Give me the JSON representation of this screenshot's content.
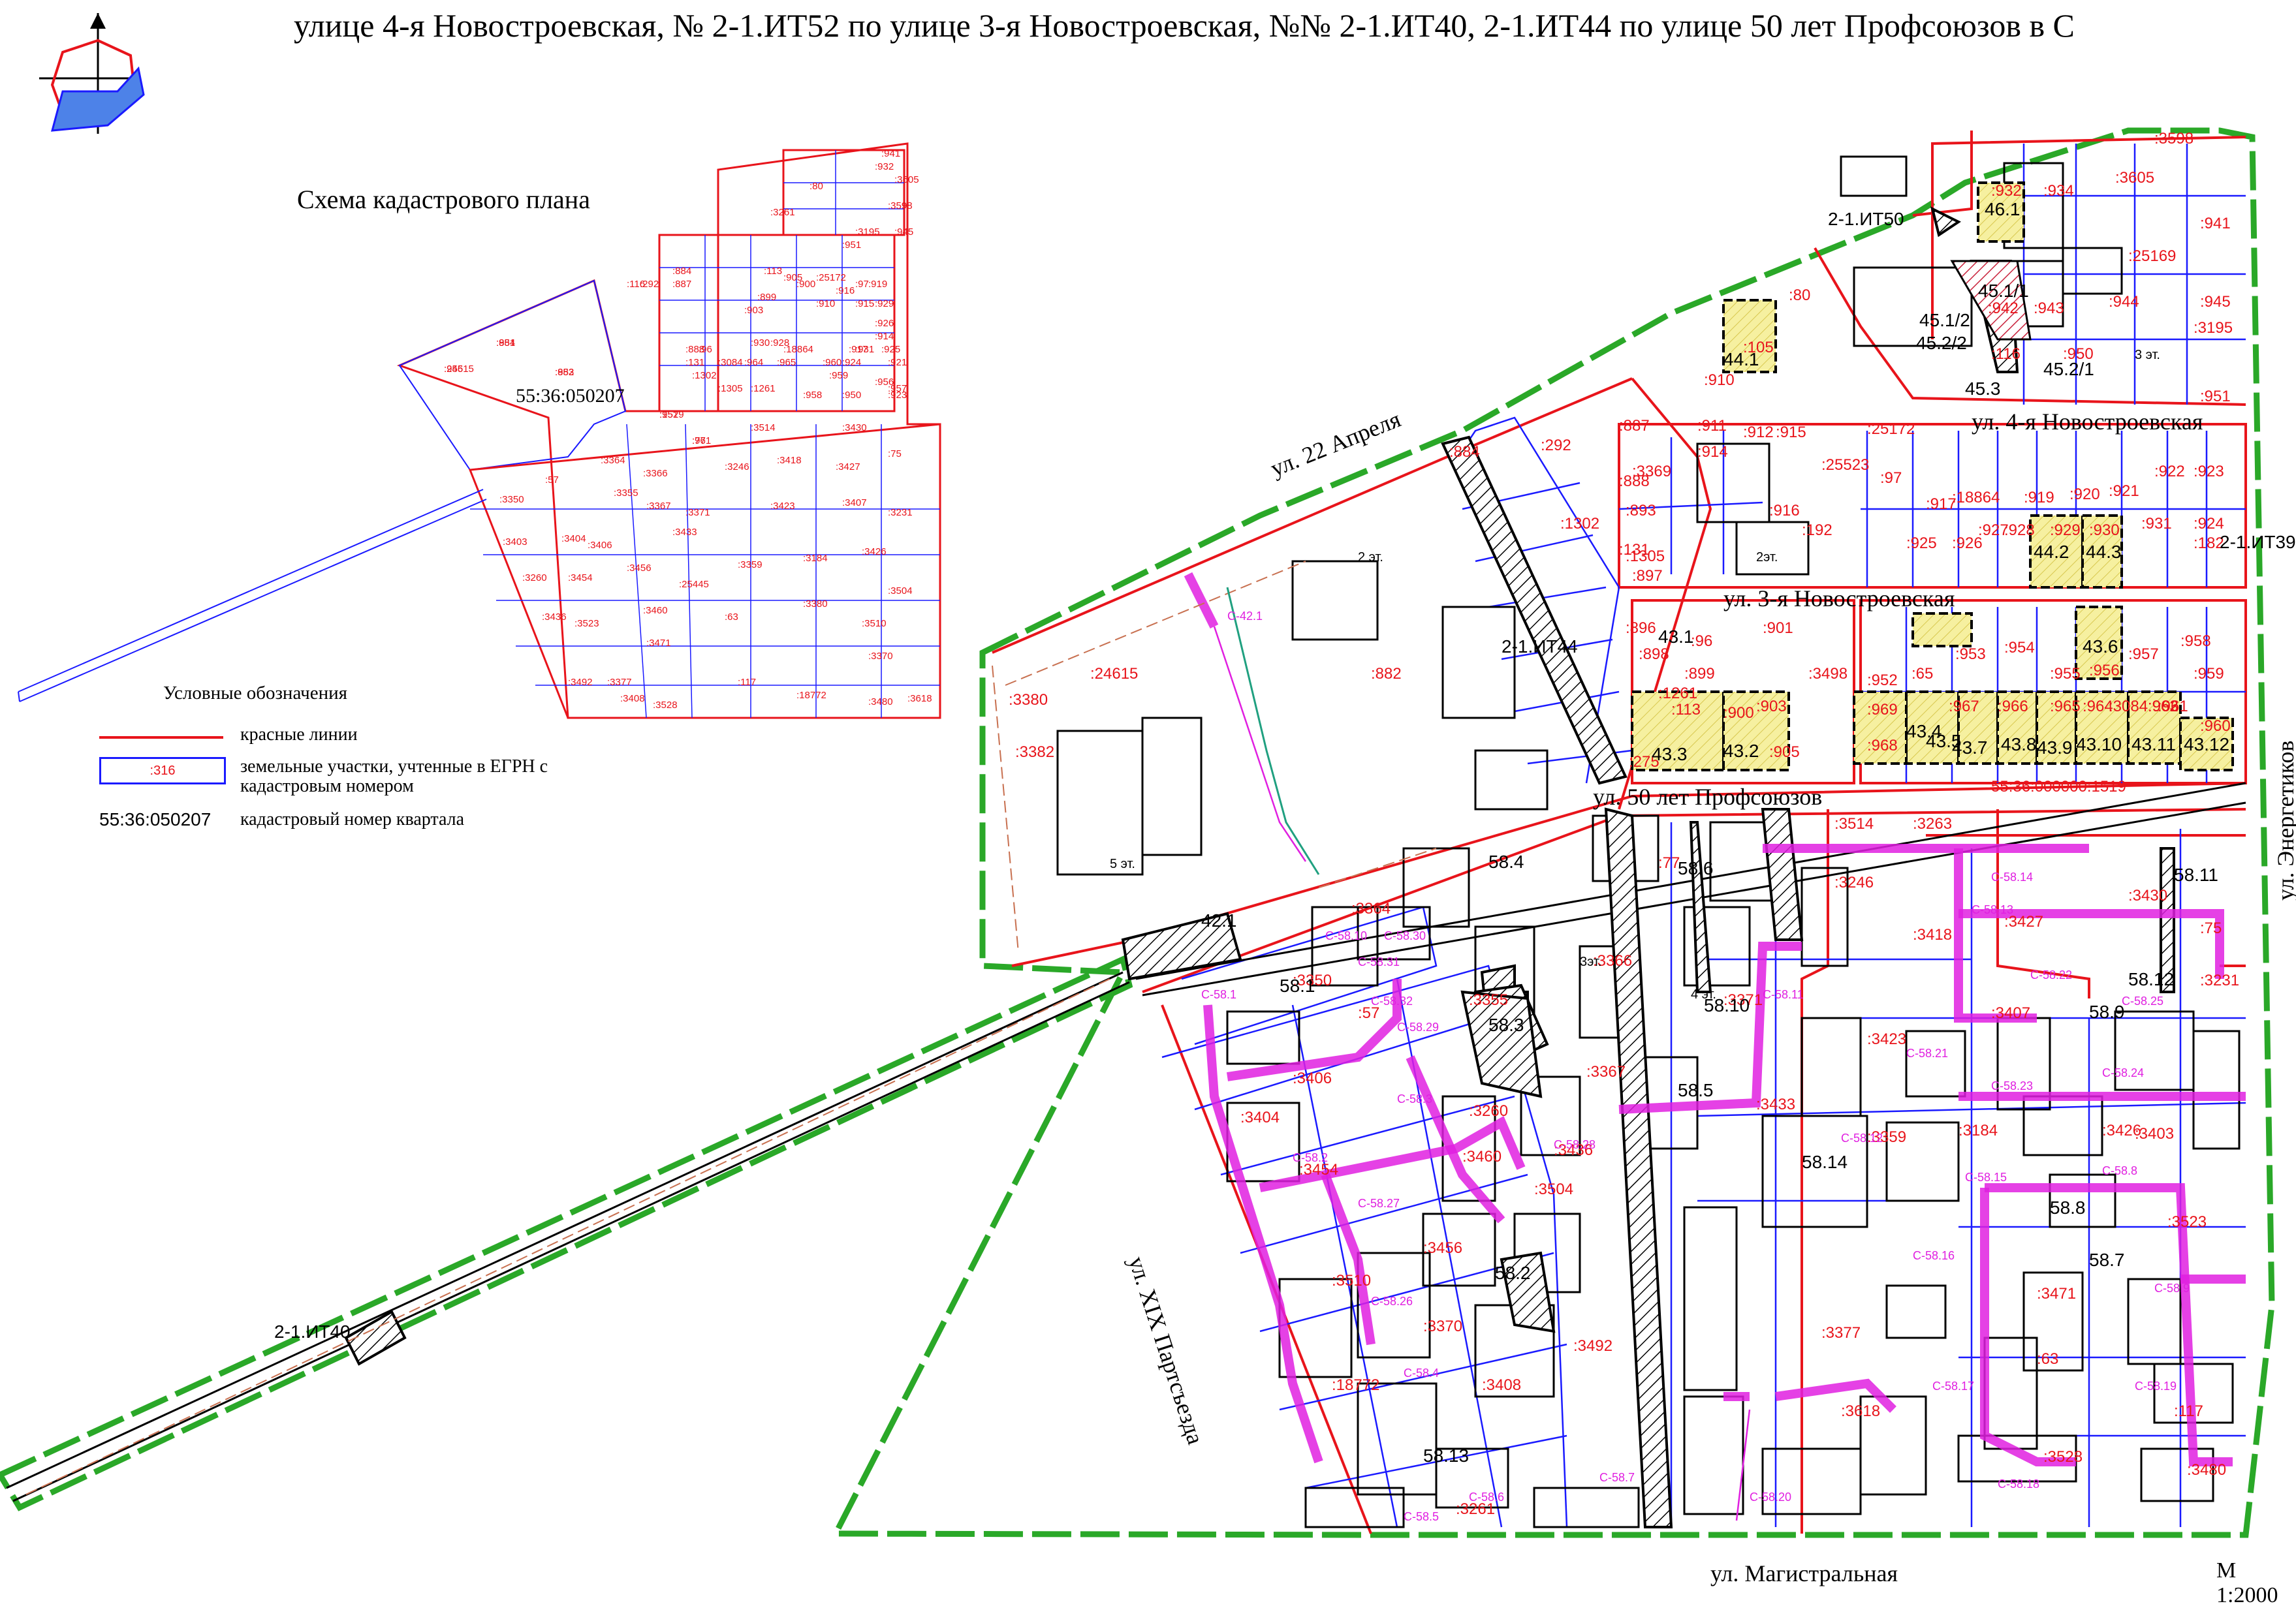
{
  "header": {
    "title": "улице 4-я Новостроевская, № 2-1.ИТ52 по улице 3-я Новостроевская, №№ 2-1.ИТ40, 2-1.ИТ44 по улице 50 лет Профсоюзов в С"
  },
  "inset": {
    "title": "Схема кадастрового плана",
    "quarter_number": "55:36:050207",
    "parcels": [
      ":24615",
      ":881",
      ":882",
      ":1519",
      ":77",
      ":3514",
      ":3430",
      ":75",
      ":3246",
      ":3418",
      ":3427",
      ":3364",
      ":3366",
      ":3350",
      ":57",
      ":3355",
      ":3367",
      ":3371",
      ":3423",
      ":3407",
      ":3231",
      ":3403",
      ":3404",
      ":3406",
      ":3433",
      ":3359",
      ":3184",
      ":3426",
      ":3260",
      ":3454",
      ":3456",
      ":25445",
      ":3380",
      ":3504",
      ":3436",
      ":3523",
      ":3460",
      ":63",
      ":3510",
      ":3471",
      ":3370",
      ":3492",
      ":3377",
      ":117",
      ":18772",
      ":3408",
      ":3618",
      ":3528",
      ":3480",
      ":3261",
      ":80",
      ":932",
      ":3605",
      ":941",
      ":3598",
      ":945",
      ":3195",
      ":951",
      ":116",
      ":292",
      ":884",
      ":887",
      ":888",
      ":131",
      ":1302",
      ":1305",
      ":1261",
      ":113",
      ":900",
      ":905",
      ":25172",
      ":97",
      ":919",
      ":929",
      ":926",
      ":925",
      ":921",
      ":923",
      ":950",
      ":958",
      ":959",
      ":960",
      ":965",
      ":964",
      ":3084",
      ":96",
      ":899",
      ":903",
      ":910",
      ":916",
      ":915",
      ":914",
      ":917",
      ":18864",
      ":928",
      ":930",
      ":931",
      ":924",
      ":956",
      ":957",
      ":955",
      ":954",
      ":953",
      ":952",
      ":961"
    ]
  },
  "legend": {
    "title": "Условные обозначения",
    "red_lines": "красные линии",
    "parcels_label": "земельные участки, учтенные в ЕГРН с кадастровым номером",
    "parcels_sample": ":316",
    "quarter_sample": "55:36:050207",
    "quarter_label": "кадастровый номер квартала"
  },
  "streets": {
    "s1": "ул. 22 Апреля",
    "s2": "ул. 4-я Новостроевская",
    "s3": "ул. 3-я Новостроевская",
    "s4": "ул. 50 лет Профсоюзов",
    "s5": "ул. XIX Партсъезда",
    "s6": "ул. Магистральная",
    "s7": "ул. Энергетиков",
    "quarter_line": "55:36:000000:1519"
  },
  "scale": "М 1:2000",
  "colors": {
    "red_line": "#e8141b",
    "parcel": "#1a1aff",
    "green_boundary": "#2aa828",
    "utility": "#e020e0",
    "building": "#000000",
    "hatch_yellow": "#f6f0a0",
    "hatch_red": "#c8203a"
  },
  "main_parcels": [
    ":24615",
    ":882",
    ":3380",
    ":3382",
    ":884",
    ":292",
    ":887",
    ":888",
    ":3369",
    ":1302",
    ":893",
    ":131",
    ":1305",
    ":897",
    ":896",
    ":898",
    ":96",
    ":1261",
    ":899",
    ":113",
    ":900",
    ":275",
    ":903",
    ":905",
    ":3498",
    ":901",
    ":952",
    ":969",
    ":968",
    ":65",
    ":953",
    ":954",
    ":955",
    ":956",
    ":957",
    ":958",
    ":959",
    ":960",
    ":961",
    ":962",
    ":963",
    ":964",
    ":965",
    ":966",
    ":967",
    ":3084",
    ":910",
    ":911",
    ":912",
    ":915",
    ":914",
    ":916",
    ":192",
    ":25523",
    ":97",
    ":917",
    ":18864",
    ":919",
    ":920",
    ":921",
    ":922",
    ":923",
    ":924",
    ":925",
    ":926",
    ":927",
    ":928",
    ":929",
    ":930",
    ":931",
    ":182",
    ":105",
    ":80",
    ":25172",
    ":25169",
    ":932",
    ":934",
    ":3605",
    ":3598",
    ":941",
    ":942",
    ":943",
    ":944",
    ":945",
    ":3195",
    ":116",
    ":950",
    ":951",
    ":3514",
    ":3263",
    ":3430",
    ":75",
    ":77",
    ":3246",
    ":3418",
    ":3427",
    ":3231",
    ":3364",
    ":3366",
    ":3350",
    ":57",
    ":3355",
    ":3367",
    ":3371",
    ":3423",
    ":3407",
    ":3433",
    ":3359",
    ":3184",
    ":3426",
    ":3403",
    ":3404",
    ":3406",
    ":3260",
    ":3454",
    ":3456",
    ":3460",
    ":3504",
    ":3436",
    ":3523",
    ":3510",
    ":3370",
    ":3471",
    ":63",
    ":3492",
    ":3377",
    ":117",
    ":18772",
    ":3408",
    ":3618",
    ":3528",
    ":3480",
    ":3261"
  ],
  "objects": [
    "2-1.ИТ50",
    "46.1",
    "45.1/1",
    "45.1/2",
    "45.2/2",
    "45.2/1",
    "45.3",
    "44.1",
    "2-1.ИТ39",
    "44.2",
    "44.3",
    "43.1",
    "2-1.ИТ44",
    "43.6",
    "43.3",
    "43.2",
    "43.5",
    "43.4",
    "43.7",
    "43.8",
    "43.9",
    "43.10",
    "43.11",
    "43.12",
    "58.4",
    "58.6",
    "58.11",
    "42.1",
    "58.12",
    "58.9",
    "58.1",
    "58.10",
    "58.3",
    "58.5",
    "58.14",
    "58.8",
    "58.7",
    "58.2",
    "2-1.ИТ40",
    "58.13"
  ],
  "floors": [
    "2 эт.",
    "3 эт.",
    "4 эт.",
    "5 эт.",
    "2эт.",
    "3эт."
  ],
  "utility_labels": [
    "С-42.1",
    "С-58.1",
    "С-58.2",
    "С-58.3",
    "С-58.4",
    "С-58.5",
    "С-58.6",
    "С-58.7",
    "С-58.8",
    "С-58.9",
    "С-58.10",
    "С-58.11",
    "С-58.12",
    "С-58.13",
    "С-58.14",
    "С-58.15",
    "С-58.16",
    "С-58.17",
    "С-58.18",
    "С-58.19",
    "С-58.20",
    "С-58.21",
    "С-58.22",
    "С-58.23",
    "С-58.24",
    "С-58.25",
    "С-58.26",
    "С-58.27",
    "С-58.28",
    "С-58.29",
    "С-58.30",
    "С-58.31",
    "С-58.32"
  ]
}
